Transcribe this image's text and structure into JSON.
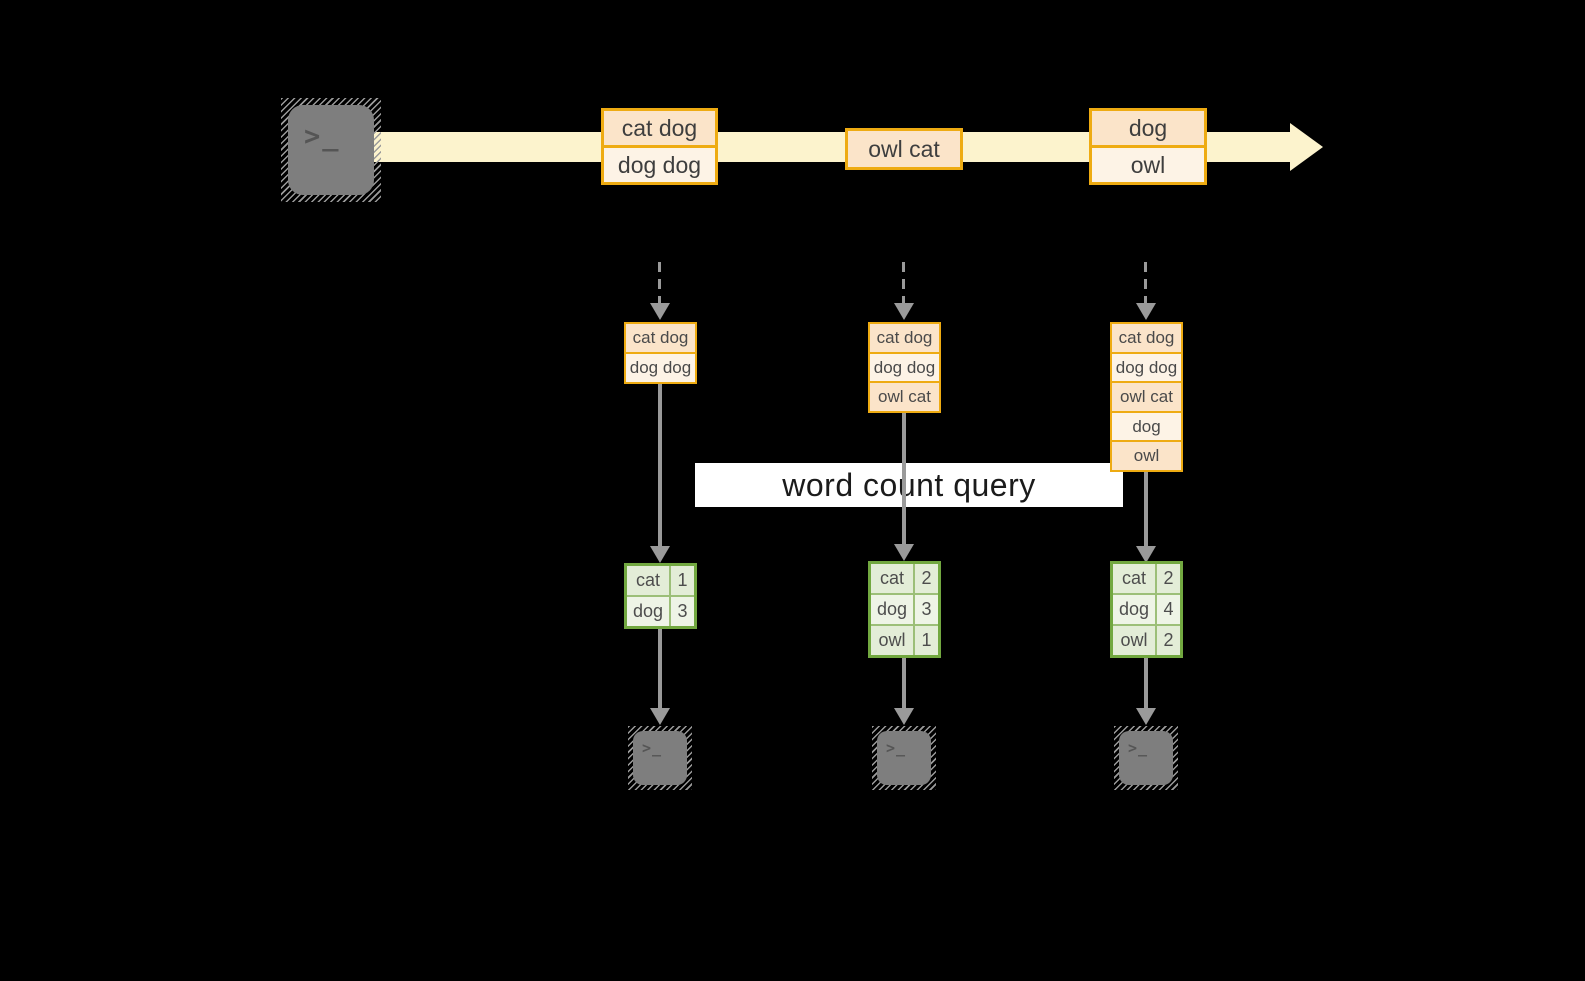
{
  "diagram": {
    "query_label": "word count query",
    "source_terminal": {
      "glyph": ">_"
    },
    "stream_events": [
      {
        "lines": [
          "cat dog",
          "dog dog"
        ]
      },
      {
        "lines": [
          "owl cat"
        ]
      },
      {
        "lines": [
          "dog",
          "owl"
        ]
      }
    ],
    "pipelines": [
      {
        "buffer": [
          "cat dog",
          "dog dog"
        ],
        "counts": [
          {
            "word": "cat",
            "count": 1
          },
          {
            "word": "dog",
            "count": 3
          }
        ],
        "terminal_glyph": ">_"
      },
      {
        "buffer": [
          "cat dog",
          "dog dog",
          "owl cat"
        ],
        "counts": [
          {
            "word": "cat",
            "count": 2
          },
          {
            "word": "dog",
            "count": 3
          },
          {
            "word": "owl",
            "count": 1
          }
        ],
        "terminal_glyph": ">_"
      },
      {
        "buffer": [
          "cat dog",
          "dog dog",
          "owl cat",
          "dog",
          "owl"
        ],
        "counts": [
          {
            "word": "cat",
            "count": 2
          },
          {
            "word": "dog",
            "count": 4
          },
          {
            "word": "owl",
            "count": 2
          }
        ],
        "terminal_glyph": ">_"
      }
    ],
    "colors": {
      "background": "#000000",
      "stream_band": "#fcf3cd",
      "orange_border": "#eeab12",
      "peach_fill": "#fbe4c9",
      "cream_fill": "#fdf3e6",
      "green_border": "#72a840",
      "green_fill": "#e3edd7",
      "green_fill_light": "#eef4e6",
      "arrow_gray": "#9a9a9a",
      "terminal_gray": "#7e7e7e"
    }
  }
}
